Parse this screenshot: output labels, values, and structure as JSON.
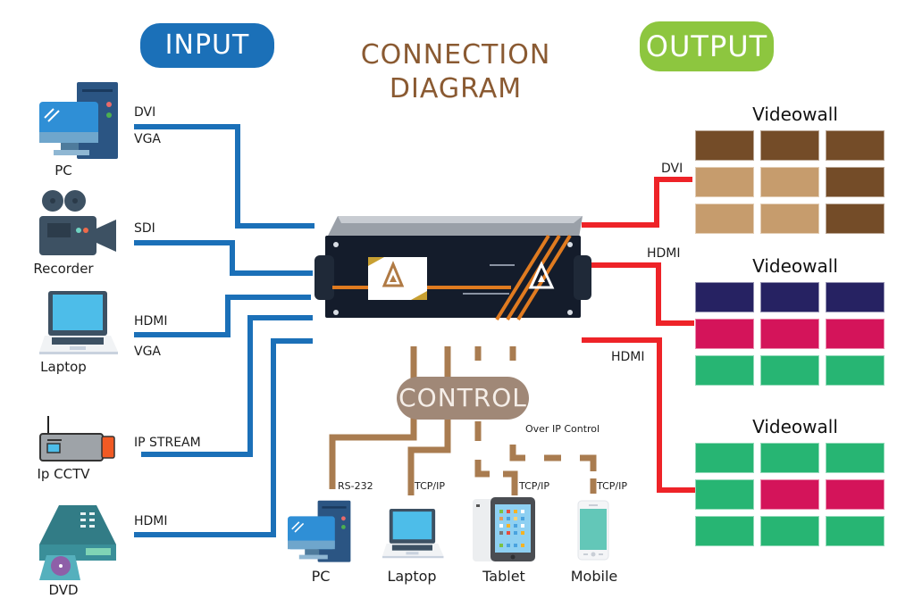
{
  "title": {
    "line1": "CONNECTION",
    "line2": "DIAGRAM"
  },
  "badges": {
    "input": "INPUT",
    "output": "OUTPUT",
    "control": "CONTROL"
  },
  "colors": {
    "input_line": "#1b70b8",
    "output_line": "#ee2328",
    "control_line": "#a97c50",
    "title": "#8a5a32"
  },
  "inputs": [
    {
      "name": "PC",
      "icon": "desktop-pc-icon",
      "labels": [
        "DVI",
        "VGA"
      ]
    },
    {
      "name": "Recorder",
      "icon": "video-camera-icon",
      "labels": [
        "SDI"
      ]
    },
    {
      "name": "Laptop",
      "icon": "laptop-icon",
      "labels": [
        "HDMI",
        "VGA"
      ]
    },
    {
      "name": "Ip CCTV",
      "icon": "ip-camera-icon",
      "labels": [
        "IP STREAM"
      ]
    },
    {
      "name": "DVD",
      "icon": "dvd-player-icon",
      "labels": [
        "HDMI"
      ]
    }
  ],
  "outputs": [
    {
      "title": "Videowall",
      "connection": "DVI",
      "tiles": [
        "#744c28",
        "#744c28",
        "#744c28",
        "#c69c6d",
        "#c69c6d",
        "#744c28",
        "#c69c6d",
        "#c69c6d",
        "#744c28"
      ]
    },
    {
      "title": "Videowall",
      "connection": "HDMI",
      "tiles": [
        "#262262",
        "#262262",
        "#262262",
        "#d4145a",
        "#d4145a",
        "#d4145a",
        "#27b573",
        "#27b573",
        "#27b573"
      ]
    },
    {
      "title": "Videowall",
      "connection": "HDMI",
      "tiles": [
        "#27b573",
        "#27b573",
        "#27b573",
        "#27b573",
        "#d4145a",
        "#d4145a",
        "#27b573",
        "#27b573",
        "#27b573"
      ]
    }
  ],
  "control": {
    "over_ip_label": "Over IP Control",
    "devices": [
      {
        "name": "PC",
        "icon": "desktop-pc-icon",
        "connection": "RS-232"
      },
      {
        "name": "Laptop",
        "icon": "laptop-icon",
        "connection": "TCP/IP"
      },
      {
        "name": "Tablet",
        "icon": "tablet-icon",
        "connection": "TCP/IP"
      },
      {
        "name": "Mobile",
        "icon": "mobile-phone-icon",
        "connection": "TCP/IP"
      }
    ]
  },
  "processor": {
    "icon": "video-wall-controller-icon"
  }
}
